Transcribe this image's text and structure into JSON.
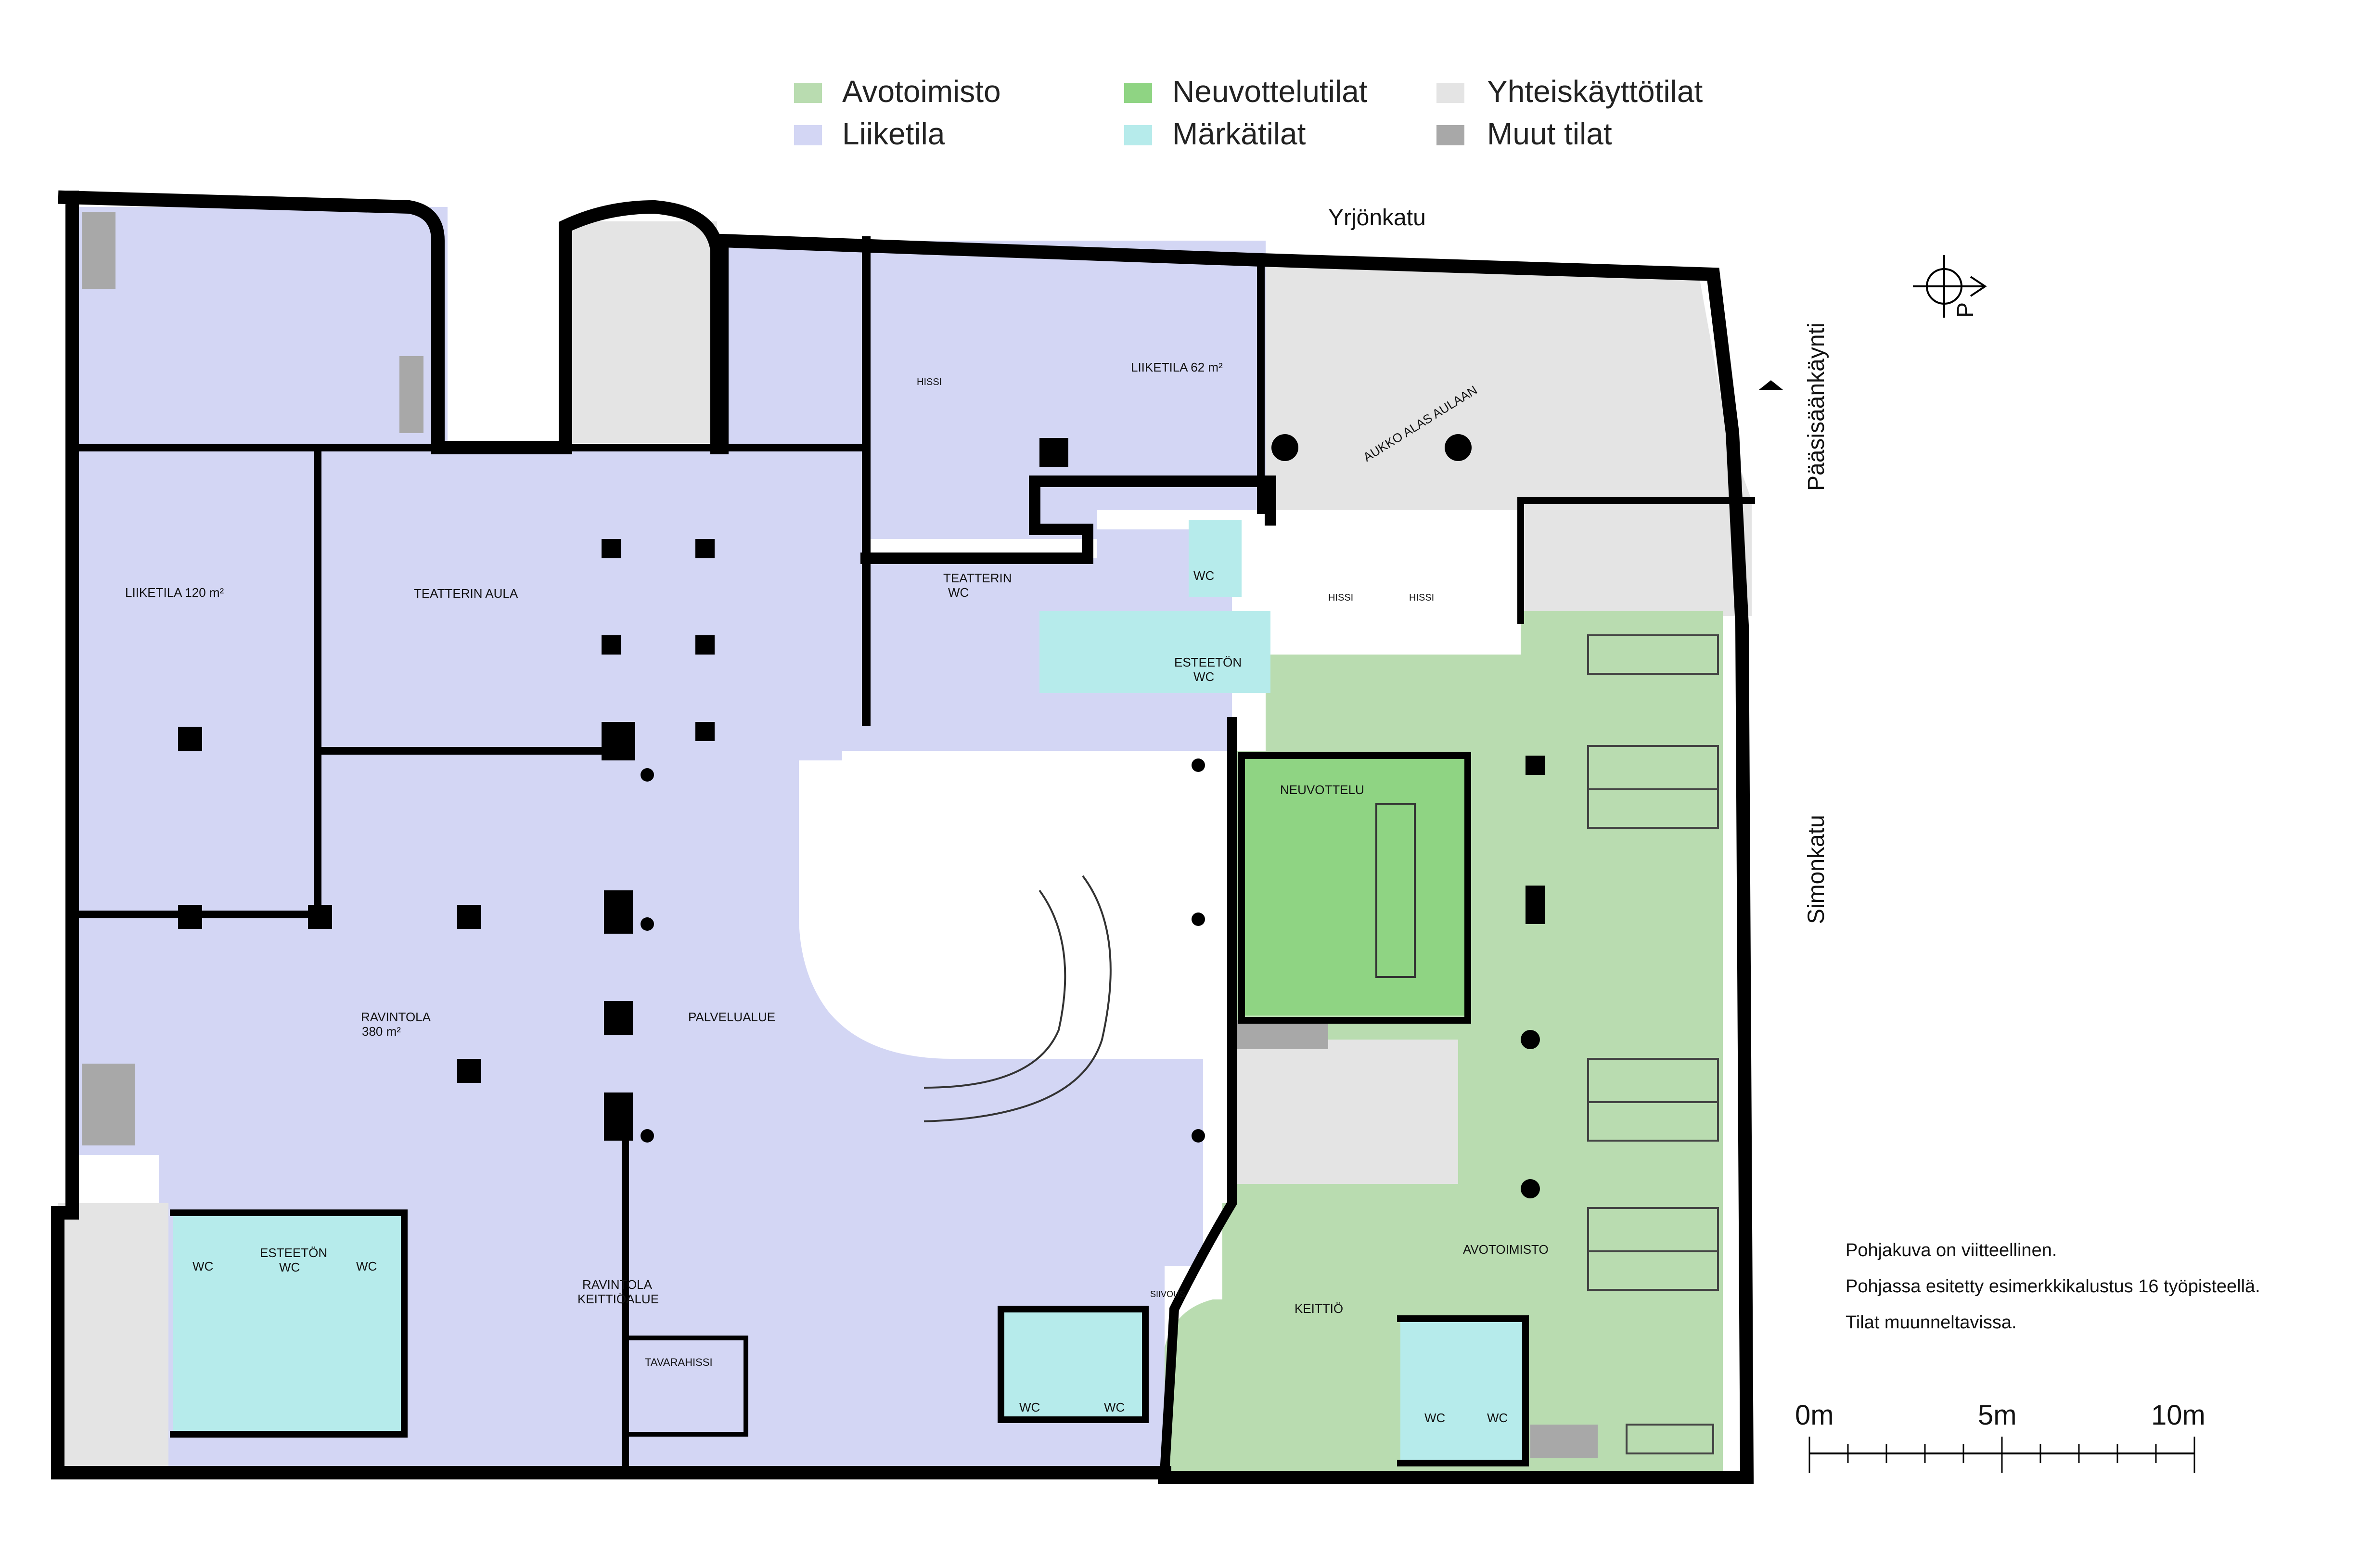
{
  "legend": [
    {
      "label": "Avotoimisto",
      "color": "#b9dcb0"
    },
    {
      "label": "Liiketila",
      "color": "#d3d6f4"
    },
    {
      "label": "Neuvottelutilat",
      "color": "#8fd483"
    },
    {
      "label": "Märkätilat",
      "color": "#b6ebeb"
    },
    {
      "label": "Yhteiskäyttötilat",
      "color": "#e4e4e4"
    },
    {
      "label": "Muut tilat",
      "color": "#a8a8a8"
    }
  ],
  "streets": {
    "north": "Yrjönkatu",
    "east": "Simonkatu",
    "entrance": "Pääsisäänkäynti"
  },
  "rooms": {
    "liiketila_120": "LIIKETILA 120 m²",
    "teatterin_aula": "TEATTERIN AULA",
    "teatterin_wc_1": "TEATTERIN",
    "teatterin_wc_2": "WC",
    "liiketila_62": "LIIKETILA 62 m²",
    "hissi_1": "HISSI",
    "hissi_2": "HISSI",
    "hissi_3": "HISSI",
    "aukko": "AUKKO ALAS AULAAN",
    "wc_north": "WC",
    "esteeton_wc_1": "ESTEETÖN",
    "esteeton_wc_2": "WC",
    "neuvottelu": "NEUVOTTELU",
    "ravintola_1": "RAVINTOLA",
    "ravintola_2": "380 m²",
    "palvelualue": "PALVELUALUE",
    "wc_sw_left": "WC",
    "esteeton_sw_1": "ESTEETÖN",
    "esteeton_sw_2": "WC",
    "wc_sw_right": "WC",
    "keittio_alue_1": "RAVINTOLA",
    "keittio_alue_2": "KEITTIÖALUE",
    "tavarahissi": "TAVARAHISSI",
    "siivous": "SIIVOUS",
    "wc_s1": "WC",
    "wc_s2": "WC",
    "avotoimisto": "AVOTOIMISTO",
    "keittio": "KEITTIÖ",
    "wc_e1": "WC",
    "wc_e2": "WC"
  },
  "notes": [
    "Pohjakuva on viitteellinen.",
    "Pohjassa esitetty esimerkkikalustus 16 työpisteellä.",
    "Tilat muunneltavissa."
  ],
  "scale": {
    "labels": [
      "0m",
      "5m",
      "10m"
    ]
  },
  "compass": {
    "letter": "P"
  }
}
